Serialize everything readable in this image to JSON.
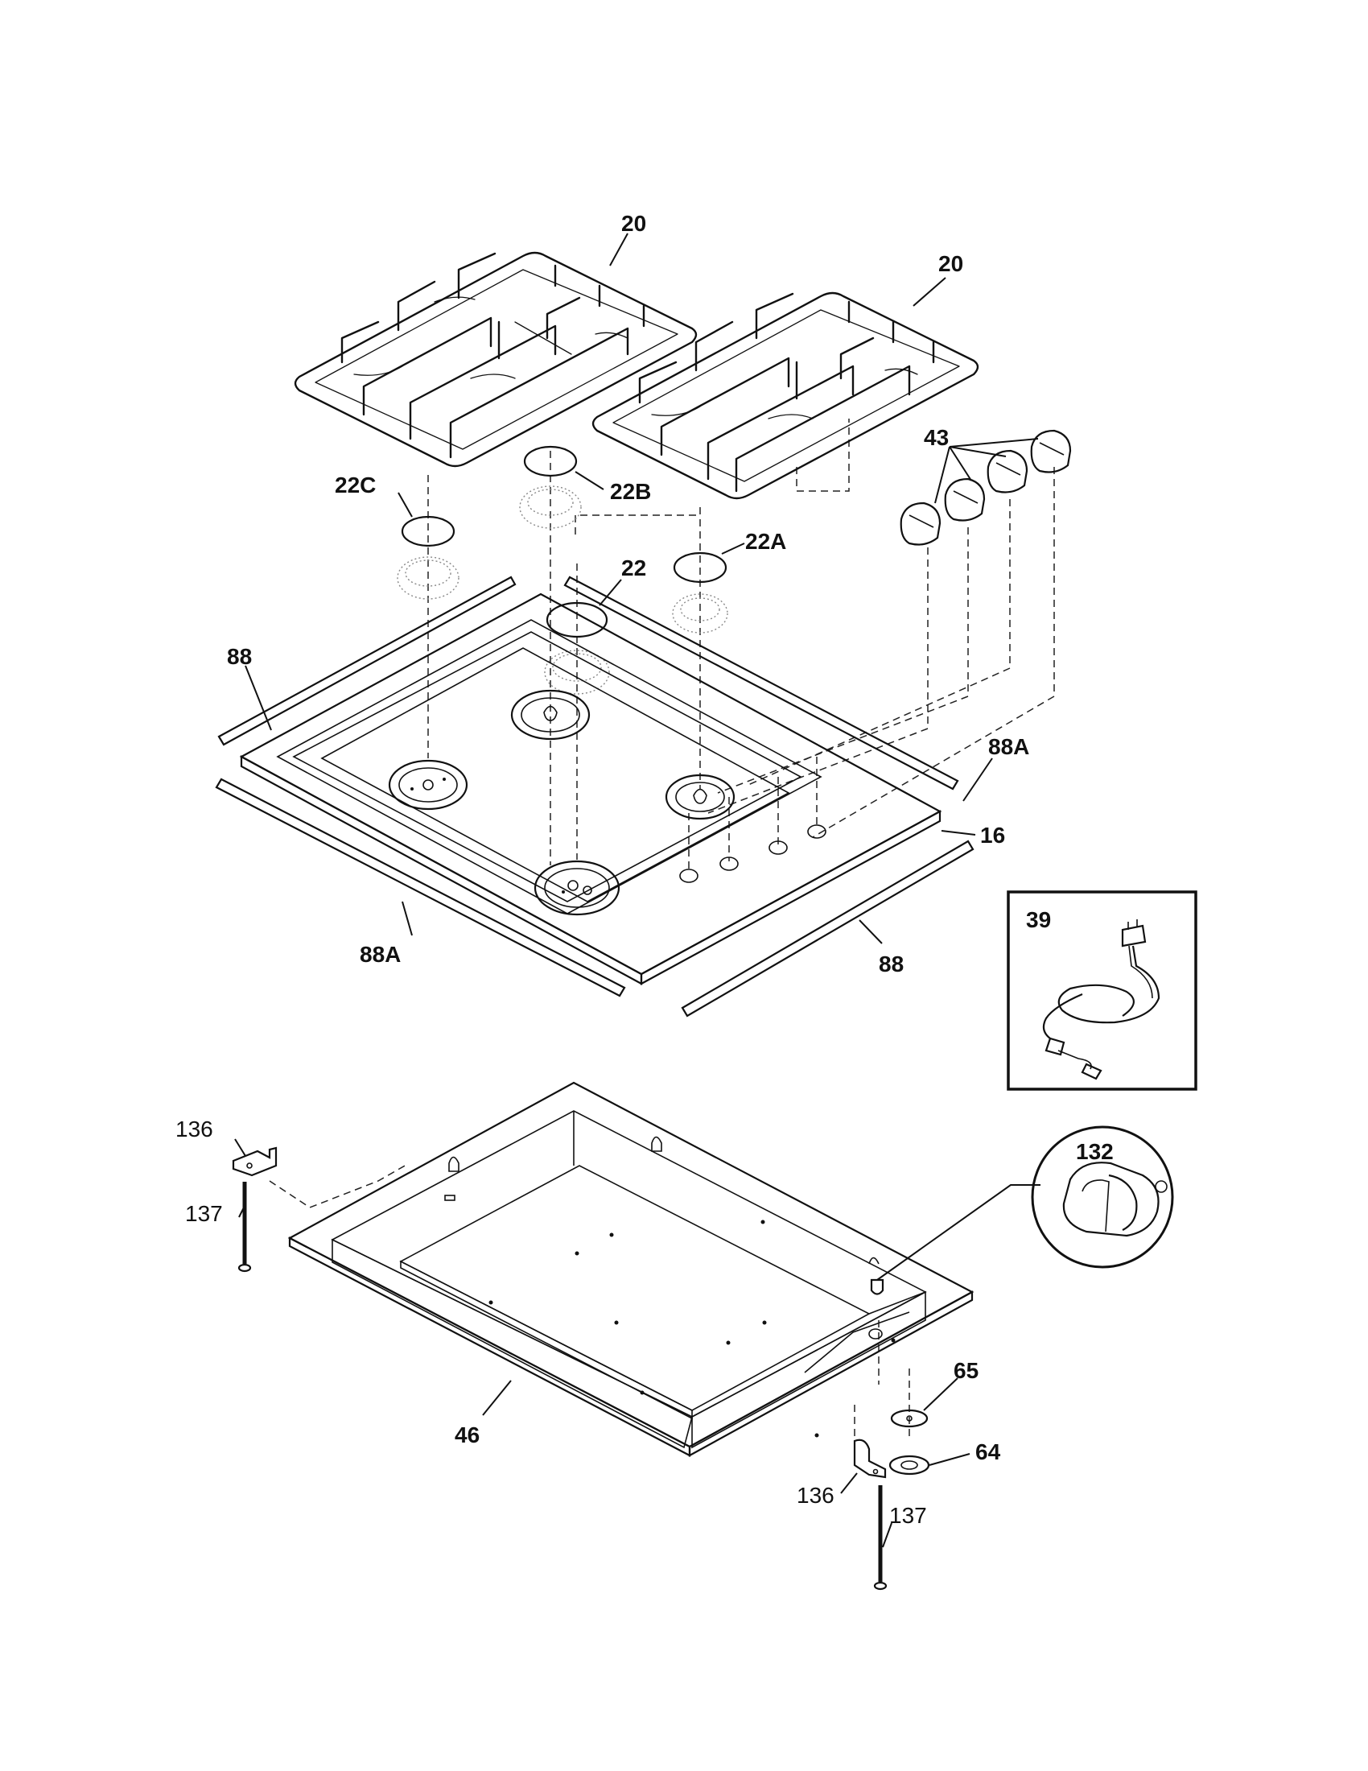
{
  "labels": {
    "grate_left": "20",
    "grate_right": "20",
    "cap_22c": "22C",
    "cap_22b": "22B",
    "cap_22a": "22A",
    "cap_22": "22",
    "knobs": "43",
    "trim_88_left": "88",
    "trim_88a_right": "88A",
    "cooktop_16": "16",
    "trim_88a_front": "88A",
    "trim_88_front": "88",
    "cord_39": "39",
    "clip_132": "132",
    "bracket_136_left": "136",
    "screw_137_left": "137",
    "burner_box_46": "46",
    "gasket_65": "65",
    "gasket_64": "64",
    "bracket_136_right": "136",
    "screw_137_right": "137"
  }
}
